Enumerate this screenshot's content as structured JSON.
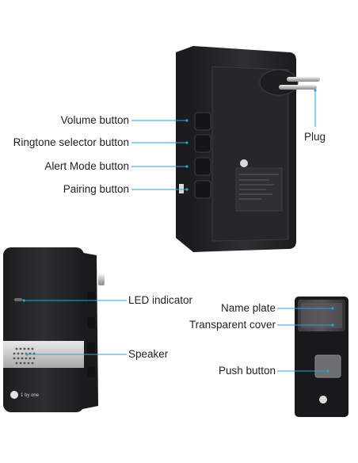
{
  "labels": {
    "volume": "Volume button",
    "ringtone": "Ringtone selector button",
    "alert": "Alert Mode button",
    "pairing": "Pairing button",
    "plug": "Plug",
    "led": "LED indicator",
    "speaker": "Speaker",
    "name_plate": "Name plate",
    "transparent_cover": "Transparent cover",
    "push_button": "Push button"
  },
  "logo_text": "1 by one",
  "colors": {
    "body": "#2b2c2e",
    "leader": "#2aa3d8",
    "label": "#222222"
  }
}
